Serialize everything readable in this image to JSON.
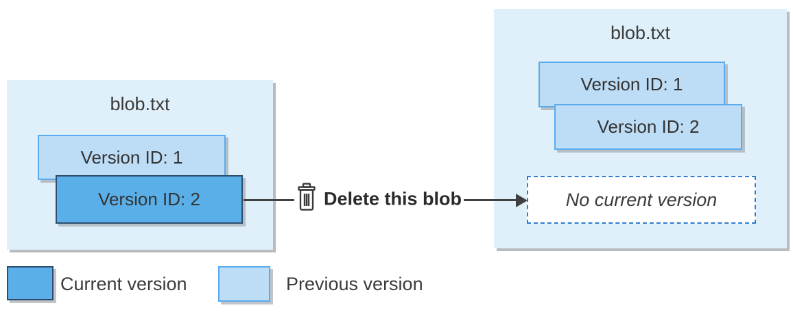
{
  "before": {
    "title": "blob.txt",
    "versions": [
      {
        "label": "Version ID: 1",
        "state": "previous"
      },
      {
        "label": "Version ID: 2",
        "state": "current"
      }
    ]
  },
  "action": {
    "label": "Delete this blob",
    "icon": "trash-icon"
  },
  "after": {
    "title": "blob.txt",
    "versions": [
      {
        "label": "Version ID: 1",
        "state": "previous"
      },
      {
        "label": "Version ID: 2",
        "state": "previous"
      }
    ],
    "no_current_label": "No current version"
  },
  "legend": {
    "items": [
      {
        "label": "Current version",
        "swatch_color": "#5aafe9"
      },
      {
        "label": "Previous version",
        "swatch_color": "#bddcf5"
      }
    ]
  },
  "colors": {
    "container_fill": "#dff0fa",
    "current_version_fill": "#5aafe9",
    "current_version_border": "#2f4d6e",
    "previous_version_fill": "#bddcf5",
    "previous_version_border": "#5aabee",
    "no_current_border": "#2b7cd3",
    "connector": "#404040",
    "shadow": "#a0a5aa",
    "text": "#3b3b3b"
  }
}
